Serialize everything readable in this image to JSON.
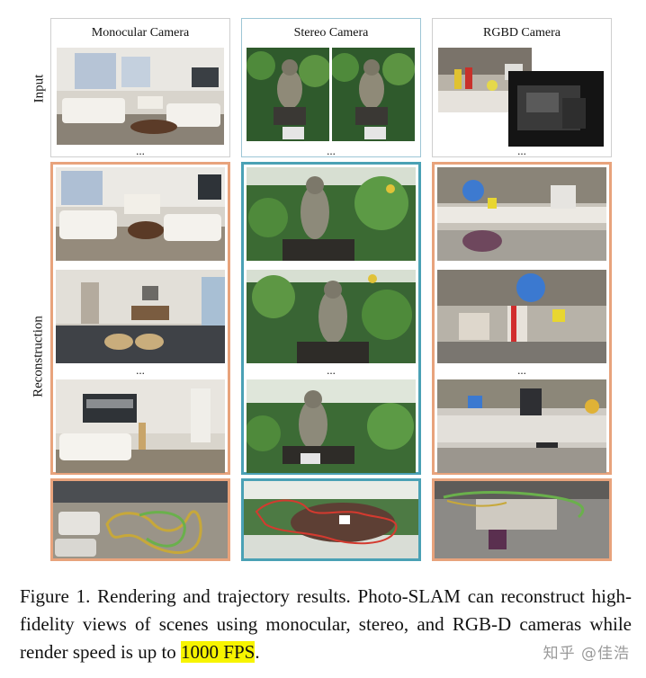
{
  "columns": {
    "mono": {
      "title": "Monocular Camera"
    },
    "stereo": {
      "title": "Stereo Camera"
    },
    "rgbd": {
      "title": "RGBD Camera"
    }
  },
  "row_labels": {
    "input": "Input",
    "reconstruction": "Reconstruction"
  },
  "ellipsis": "...",
  "caption": {
    "text_main": "Figure 1. Rendering and trajectory results. Photo-SLAM can reconstruct high-fidelity views of scenes using monocular, stereo, and RGB-D cameras while render speed is up to ",
    "highlight": "1000 FPS",
    "text_end": "."
  },
  "watermark": "知乎 @佳浩",
  "colors": {
    "mono_frame": "#e8a37c",
    "stereo_frame": "#4aa1b5",
    "highlight": "#f7f400"
  }
}
